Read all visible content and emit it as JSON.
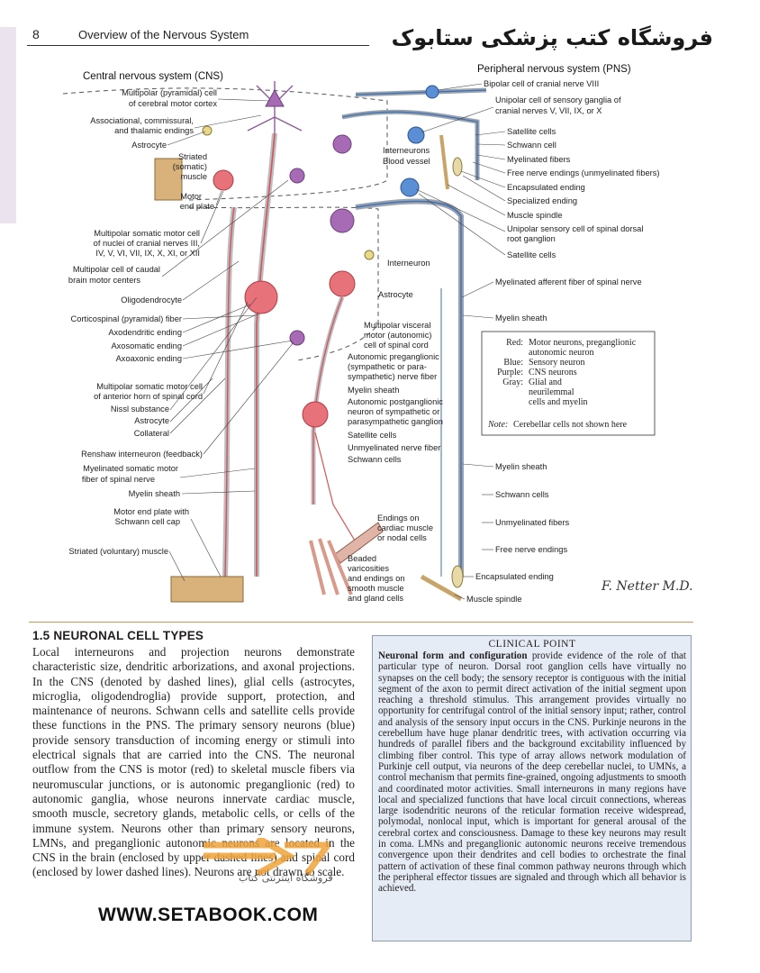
{
  "header": {
    "page_number": "8",
    "title": "Overview of the Nervous System",
    "persian_banner": "فروشگاه کتب پزشکی ستابوک"
  },
  "figure": {
    "cns_title": "Central nervous system (CNS)",
    "pns_title": "Peripheral nervous system (PNS)",
    "left_labels": [
      "Multipolar (pyramidal) cell",
      "of cerebral motor cortex",
      "Associational, commissural,",
      "and thalamic endings",
      "Astrocyte",
      "Striated",
      "(somatic)",
      "muscle",
      "Motor",
      "end plate",
      "Multipolar somatic motor cell",
      "of nuclei of cranial nerves III,",
      "IV, V, VI, VII, IX, X, XI, or XII",
      "Multipolar cell of caudal",
      "brain motor centers",
      "Oligodendrocyte",
      "Corticospinal (pyramidal) fiber",
      "Axodendritic ending",
      "Axosomatic ending",
      "Axoaxonic ending",
      "Multipolar somatic motor cell",
      "of anterior horn of spinal cord",
      "Nissl substance",
      "Astrocyte",
      "Collateral",
      "Renshaw interneuron (feedback)",
      "Myelinated somatic motor",
      "fiber of spinal nerve",
      "Myelin sheath",
      "Motor end plate with",
      "Schwann cell cap",
      "Striated (voluntary) muscle"
    ],
    "mid_labels": [
      "Interneurons",
      "Blood vessel",
      "Interneuron",
      "Astrocyte",
      "Multipolar visceral",
      "motor (autonomic)",
      "cell of spinal cord",
      "Autonomic preganglionic",
      "(sympathetic or para-",
      "sympathetic) nerve fiber",
      "Myelin sheath",
      "Autonomic postganglionic",
      "neuron of sympathetic or",
      "parasympathetic ganglion",
      "Satellite cells",
      "Unmyelinated nerve fiber",
      "Schwann cells",
      "Endings on",
      "cardiac muscle",
      "or nodal cells",
      "Beaded",
      "varicosities",
      "and endings on",
      "smooth muscle",
      "and gland cells"
    ],
    "right_labels": [
      "Bipolar cell of cranial nerve VIII",
      "Unipolar cell of sensory ganglia of",
      "cranial nerves V, VII, IX, or X",
      "Satellite cells",
      "Schwann cell",
      "Myelinated fibers",
      "Free nerve endings (unmyelinated fibers)",
      "Encapsulated ending",
      "Specialized ending",
      "Muscle spindle",
      "Unipolar sensory cell of spinal dorsal",
      "root ganglion",
      "Satellite cells",
      "Myelinated afferent fiber of spinal nerve",
      "Myelin sheath",
      "Myelin sheath",
      "Schwann cells",
      "Unmyelinated fibers",
      "Free nerve endings",
      "Encapsulated ending",
      "Muscle spindle"
    ],
    "key": {
      "rows": [
        {
          "k": "Red:",
          "v": "Motor neurons, preganglionic"
        },
        {
          "k": "",
          "v": "autonomic neuron"
        },
        {
          "k": "Blue:",
          "v": "Sensory neuron"
        },
        {
          "k": "Purple:",
          "v": "CNS neurons"
        },
        {
          "k": "Gray:",
          "v": "Glial and"
        },
        {
          "k": "",
          "v": "neurilemmal"
        },
        {
          "k": "",
          "v": "cells and myelin"
        }
      ],
      "note_label": "Note:",
      "note_text": "Cerebellar cells not shown here"
    },
    "signature": "F. Netter M.D.",
    "colors": {
      "motor": "#d9534f",
      "sensory": "#3b6fb6",
      "cns": "#8e5a9c",
      "glial": "#9aa3ad",
      "muscle": "#d8b27a"
    }
  },
  "section": {
    "title": "1.5  NEURONAL CELL TYPES",
    "body": "Local interneurons and projection neurons demonstrate characteristic size, dendritic arborizations, and axonal projections. In the CNS (denoted by dashed lines), glial cells (astrocytes, microglia, oligodendroglia) provide support, protection, and maintenance of neurons. Schwann cells and satellite cells provide these functions in the PNS. The primary sensory neurons (blue) provide sensory transduction of incoming energy or stimuli into electrical signals that are carried into the CNS. The neuronal outflow from the CNS is motor (red) to skeletal muscle fibers via neuromuscular junctions, or is autonomic preganglionic (red) to autonomic ganglia, whose neurons innervate cardiac muscle, smooth muscle, secretory glands, metabolic cells, or cells of the immune system. Neurons other than primary sensory neurons, LMNs, and preganglionic autonomic neurons are located in the CNS in the brain (enclosed by upper dashed lines) and spinal cord (enclosed by lower dashed lines). Neurons are not drawn to scale."
  },
  "clinical_point": {
    "title": "CLINICAL POINT",
    "lead": "Neuronal form and configuration",
    "text": " provide evidence of the role of that particular type of neuron. Dorsal root ganglion cells have virtually no synapses on the cell body; the sensory receptor is contiguous with the initial segment of the axon to permit direct activation of the initial segment upon reaching a threshold stimulus. This arrangement provides virtually no opportunity for centrifugal control of the initial sensory input; rather, control and analysis of the sensory input occurs in the CNS. Purkinje neurons in the cerebellum have huge planar dendritic trees, with activation occurring via hundreds of parallel fibers and the background excitability influenced by climbing fiber control. This type of array allows network modulation of Purkinje cell output, via neurons of the deep cerebellar nuclei, to UMNs, a control mechanism that permits fine-grained, ongoing adjustments to smooth and coordinated motor activities. Small interneurons in many regions have local and specialized functions that have local circuit connections, whereas large isodendritic neurons of the reticular formation receive widespread, polymodal, nonlocal input, which is important for general arousal of the cerebral cortex and consciousness. Damage to these key neurons may result in coma. LMNs and preganglionic autonomic neurons receive tremendous convergence upon their dendrites and cell bodies to orchestrate the final pattern of activation of these final common pathway neurons through which the peripheral effector tissues are signaled and through which all behavior is achieved."
  },
  "watermark": {
    "url": "WWW.SETABOOK.COM",
    "fa": "فروشگاه اینترنتی کتاب",
    "logo_color": "#f0a23a"
  }
}
